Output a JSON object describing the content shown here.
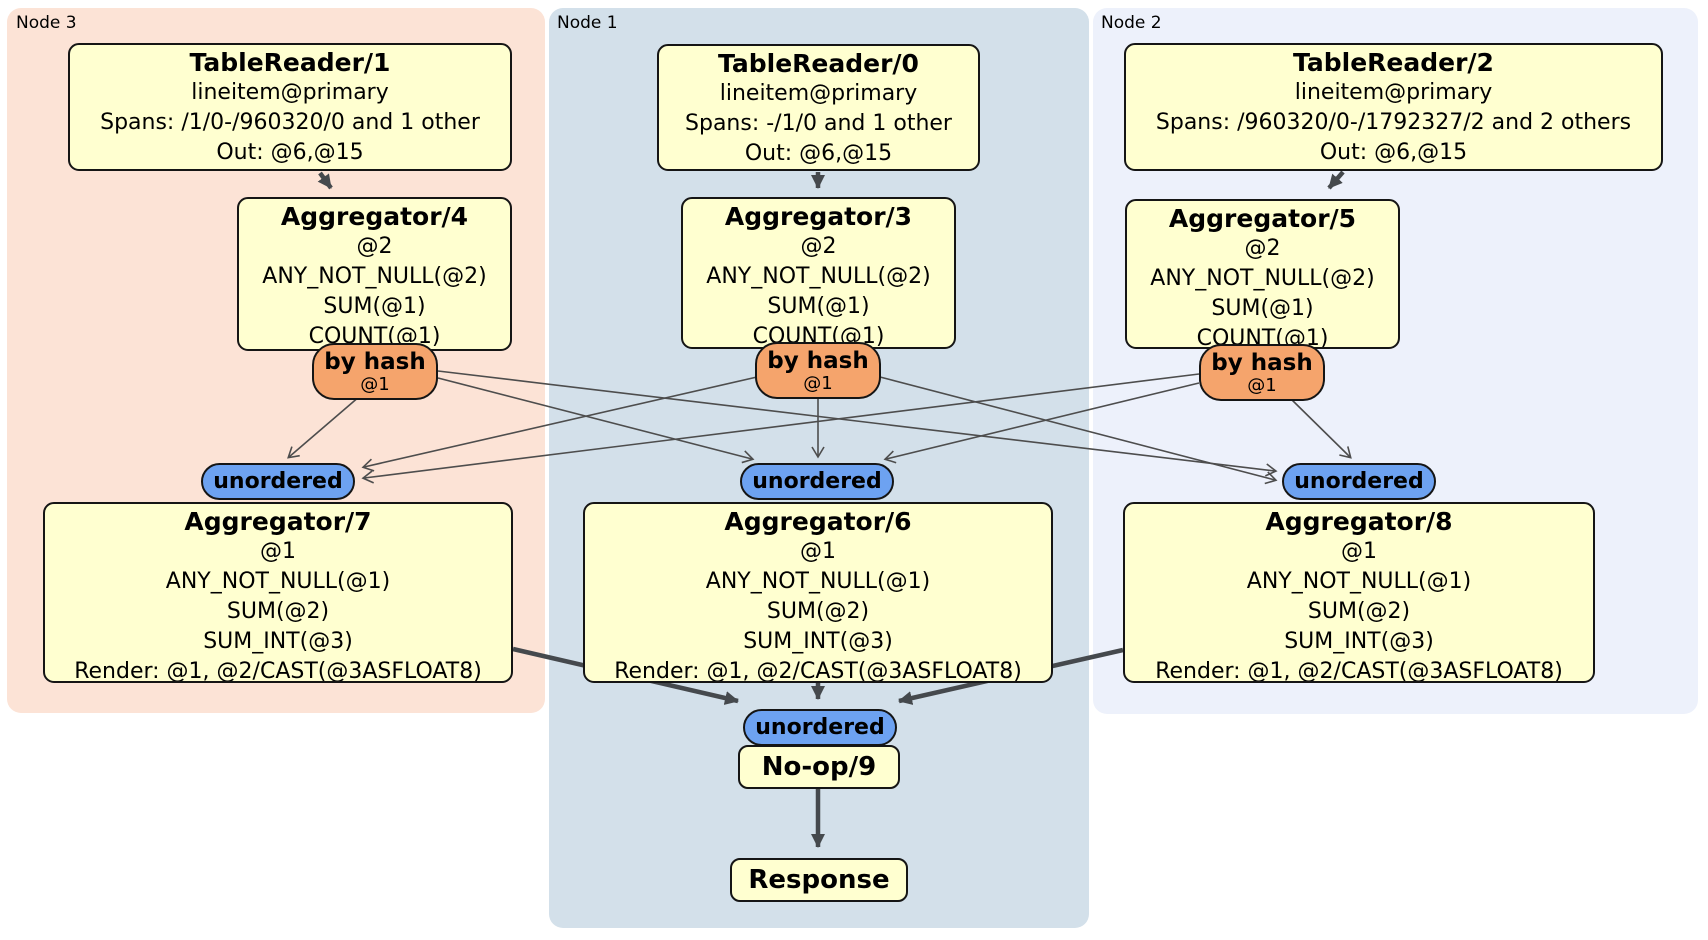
{
  "panels": [
    {
      "label": "Node 3",
      "table_reader": {
        "title": "TableReader/1",
        "index": "lineitem@primary",
        "spans": "Spans: /1/0-/960320/0 and 1 other",
        "out": "Out: @6,@15"
      },
      "stage_aggregator": {
        "title": "Aggregator/4",
        "group": "@2",
        "funcs": [
          "ANY_NOT_NULL(@2)",
          "SUM(@1)",
          "COUNT(@1)"
        ]
      },
      "hash_router": {
        "label": "by hash",
        "key": "@1"
      },
      "inbound_stream": {
        "label": "unordered"
      },
      "final_aggregator": {
        "title": "Aggregator/7",
        "group": "@1",
        "funcs": [
          "ANY_NOT_NULL(@1)",
          "SUM(@2)",
          "SUM_INT(@3)"
        ],
        "render": "Render: @1, @2/CAST(@3ASFLOAT8)"
      }
    },
    {
      "label": "Node 1",
      "table_reader": {
        "title": "TableReader/0",
        "index": "lineitem@primary",
        "spans": "Spans: -/1/0 and 1 other",
        "out": "Out: @6,@15"
      },
      "stage_aggregator": {
        "title": "Aggregator/3",
        "group": "@2",
        "funcs": [
          "ANY_NOT_NULL(@2)",
          "SUM(@1)",
          "COUNT(@1)"
        ]
      },
      "hash_router": {
        "label": "by hash",
        "key": "@1"
      },
      "inbound_stream": {
        "label": "unordered"
      },
      "final_aggregator": {
        "title": "Aggregator/6",
        "group": "@1",
        "funcs": [
          "ANY_NOT_NULL(@1)",
          "SUM(@2)",
          "SUM_INT(@3)"
        ],
        "render": "Render: @1, @2/CAST(@3ASFLOAT8)"
      }
    },
    {
      "label": "Node 2",
      "table_reader": {
        "title": "TableReader/2",
        "index": "lineitem@primary",
        "spans": "Spans: /960320/0-/1792327/2 and 2 others",
        "out": "Out: @6,@15"
      },
      "stage_aggregator": {
        "title": "Aggregator/5",
        "group": "@2",
        "funcs": [
          "ANY_NOT_NULL(@2)",
          "SUM(@1)",
          "COUNT(@1)"
        ]
      },
      "hash_router": {
        "label": "by hash",
        "key": "@1"
      },
      "inbound_stream": {
        "label": "unordered"
      },
      "final_aggregator": {
        "title": "Aggregator/8",
        "group": "@1",
        "funcs": [
          "ANY_NOT_NULL(@1)",
          "SUM(@2)",
          "SUM_INT(@3)"
        ],
        "render": "Render: @1, @2/CAST(@3ASFLOAT8)"
      }
    }
  ],
  "sink": {
    "stream": {
      "label": "unordered"
    },
    "noop": {
      "title": "No-op/9"
    },
    "response": {
      "title": "Response"
    }
  },
  "colors": {
    "node3_bg": "#fce3d6",
    "node1_bg": "#d3e0ea",
    "node2_bg": "#edf1fb",
    "processor_bg": "#ffffd0",
    "processor_border": "#151515",
    "hash_router_bg": "#f5a46c",
    "stream_bg": "#6da2f1",
    "edge": "#45494d"
  }
}
